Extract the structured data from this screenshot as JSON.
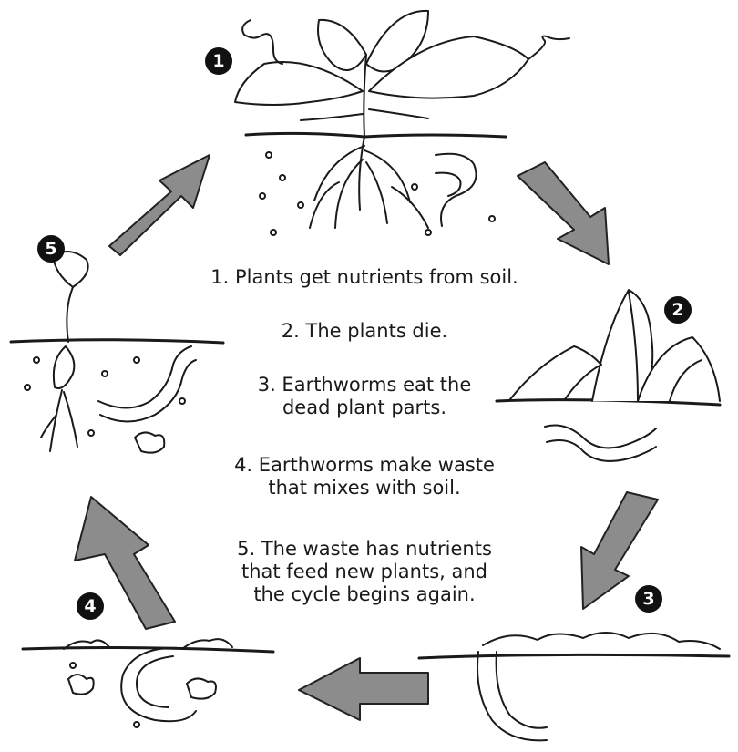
{
  "diagram": {
    "steps": [
      {
        "number": "1",
        "text": "1. Plants get nutrients from soil."
      },
      {
        "number": "2",
        "text": "2. The plants die."
      },
      {
        "number": "3",
        "text_lines": [
          "3. Earthworms eat the",
          "dead plant parts."
        ]
      },
      {
        "number": "4",
        "text_lines": [
          "4. Earthworms make waste",
          "that mixes with soil."
        ]
      },
      {
        "number": "5",
        "text_lines": [
          "5. The waste has nutrients",
          "that feed new plants, and",
          "the cycle begins again."
        ]
      }
    ],
    "colors": {
      "arrow_fill": "#8c8c8c",
      "ink": "#1a1a1a",
      "badge": "#111111"
    }
  }
}
